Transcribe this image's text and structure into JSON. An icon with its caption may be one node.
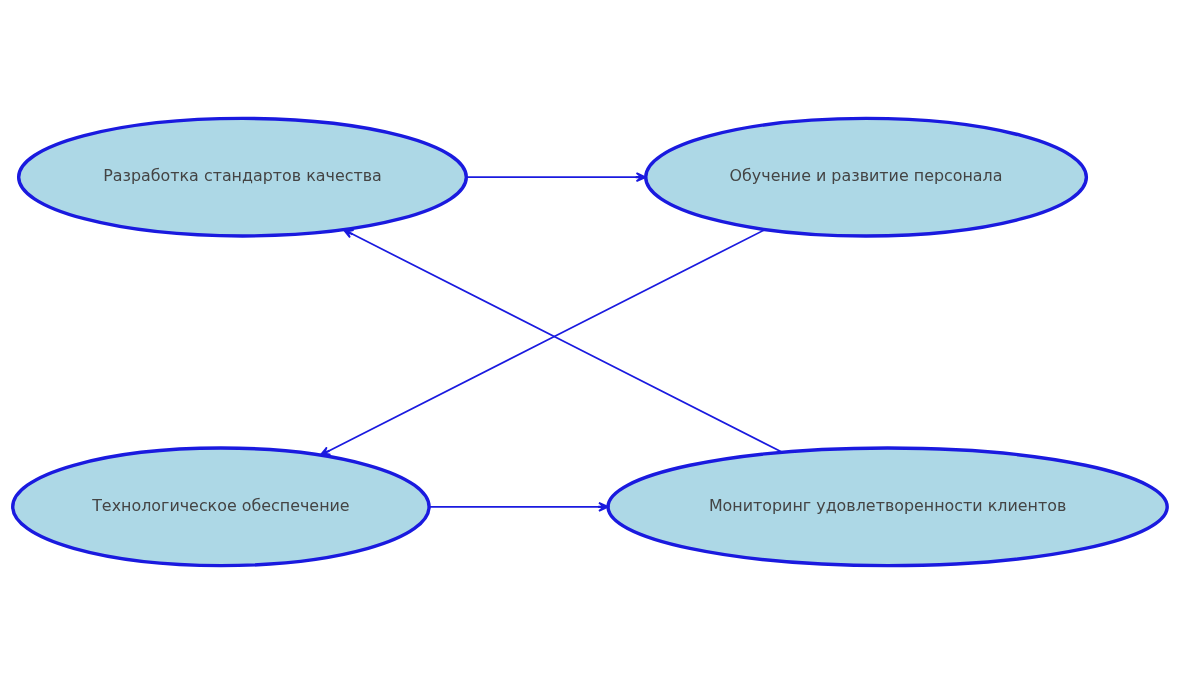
{
  "diagram": {
    "nodes": [
      {
        "text": [
          "Разработка стандартов качества"
        ]
      },
      {
        "text": [
          "Обучение и развитие персонала"
        ]
      },
      {
        "text": [
          "Технологическое обеспечение"
        ]
      },
      {
        "text": [
          "Мониторинг удовлетворенности клиентов"
        ]
      }
    ],
    "edges": [
      {
        "from": 0,
        "to": 1,
        "arrow": "to"
      },
      {
        "from": 1,
        "to": 2,
        "arrow": "to"
      },
      {
        "from": 2,
        "to": 3,
        "arrow": "to"
      },
      {
        "from": 3,
        "to": 0,
        "arrow": "to"
      }
    ]
  }
}
